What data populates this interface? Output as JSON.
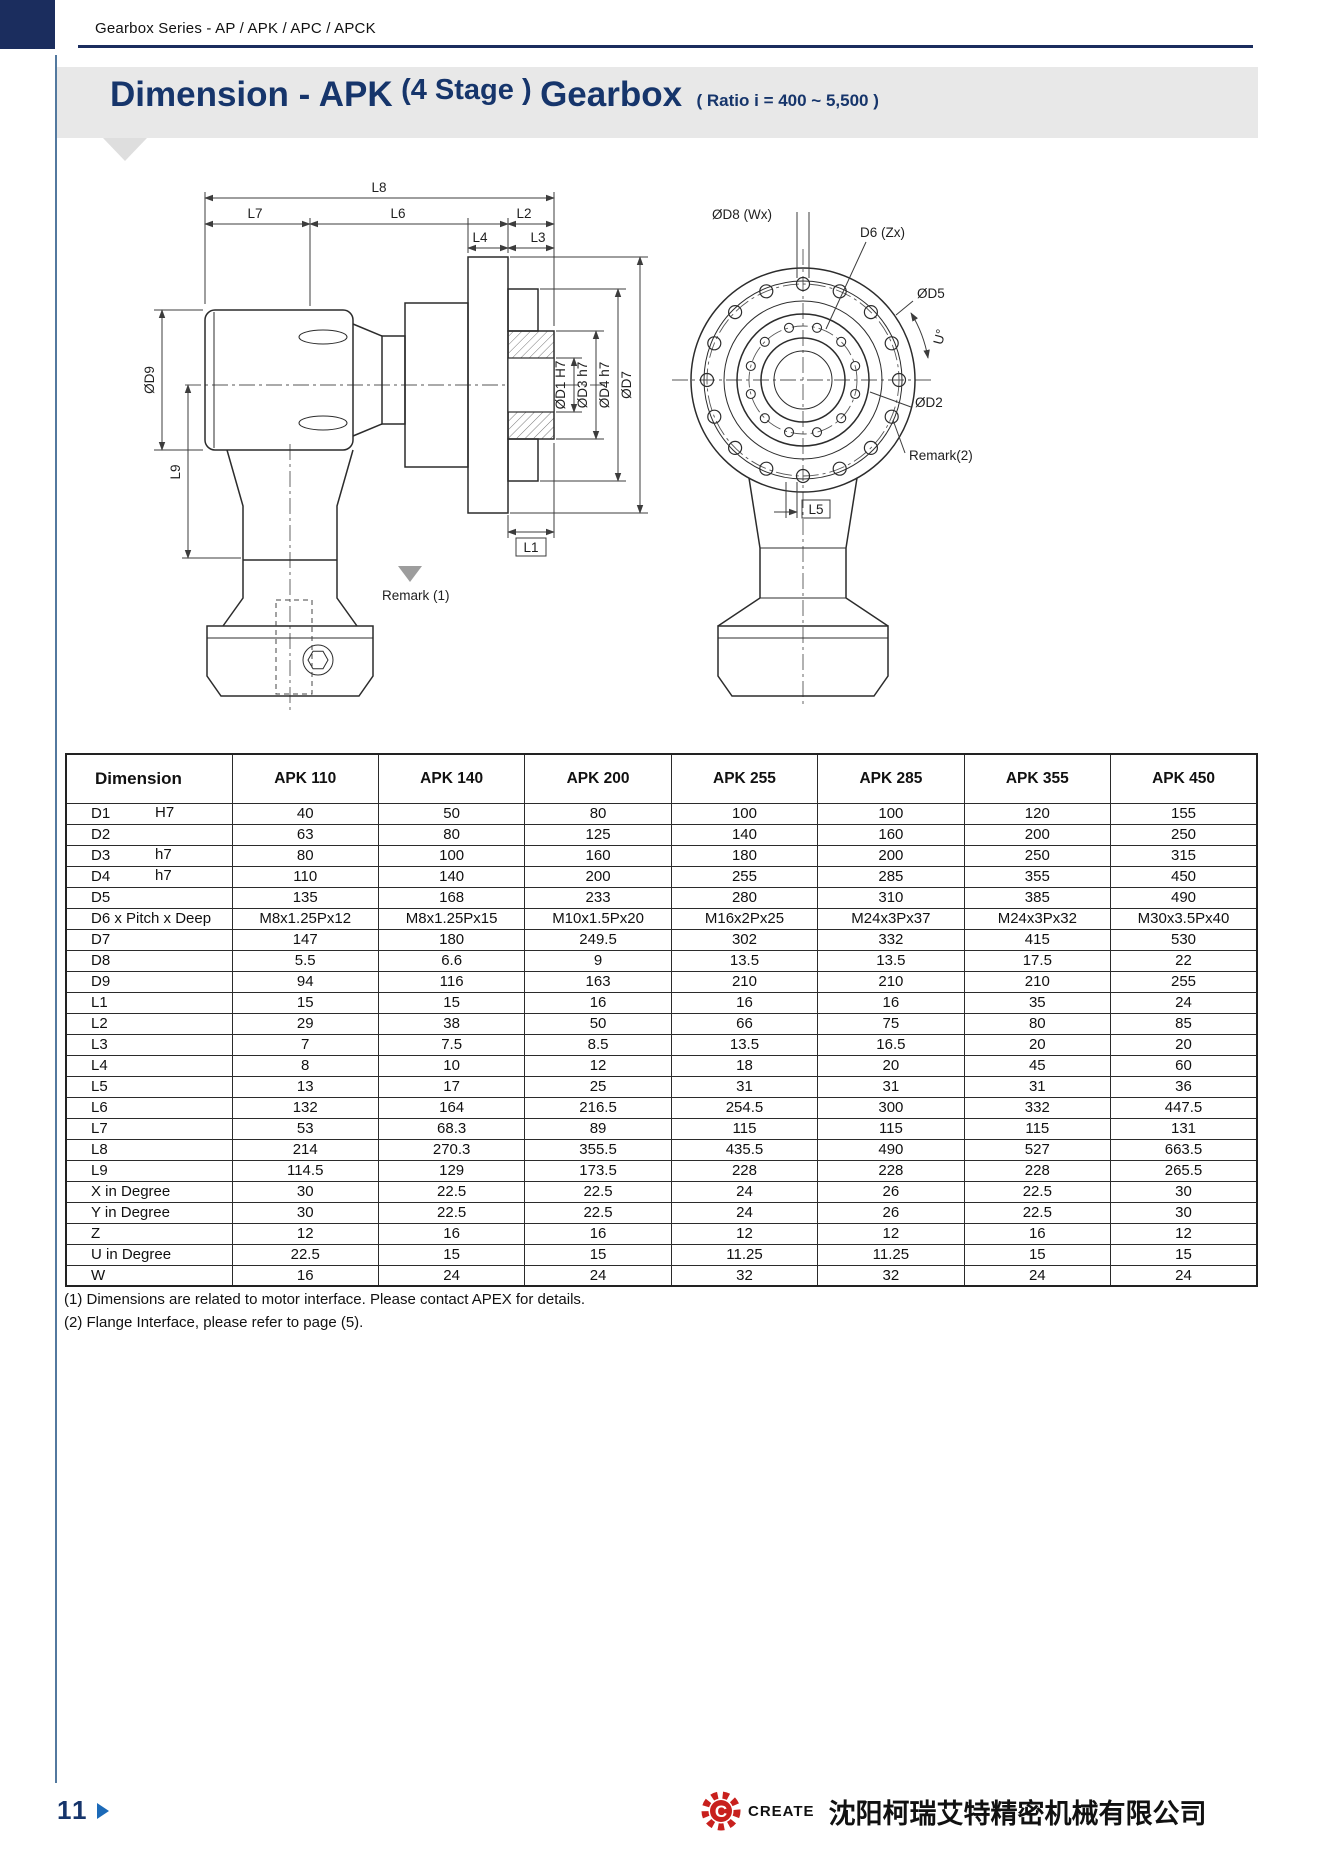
{
  "header": {
    "series_label": "Gearbox Series - AP / APK / APC / APCK"
  },
  "title": {
    "main": "Dimension - APK",
    "stage": "(4 Stage )",
    "product": "Gearbox",
    "ratio": "( Ratio i = 400 ~ 5,500 )"
  },
  "drawing_left": {
    "dim_labels": {
      "l8": "L8",
      "l7": "L7",
      "l6": "L6",
      "l2": "L2",
      "l4": "L4",
      "l3": "L3",
      "d9": "ØD9",
      "l9": "L9",
      "d1": "ØD1 H7",
      "d3": "ØD3 h7",
      "d4": "ØD4 h7",
      "d7": "ØD7",
      "l1": "L1",
      "remark1": "Remark (1)"
    }
  },
  "drawing_right": {
    "dim_labels": {
      "d8": "ØD8 (Wx)",
      "d6": "D6 (Zx)",
      "d5": "ØD5",
      "u": "U°",
      "d2": "ØD2",
      "remark2": "Remark(2)",
      "l5": "L5"
    }
  },
  "table": {
    "header": [
      "Dimension",
      "APK 110",
      "APK 140",
      "APK 200",
      "APK 255",
      "APK 285",
      "APK 355",
      "APK 450"
    ],
    "rows": [
      {
        "name": "D1",
        "sub": "H7",
        "values": [
          "40",
          "50",
          "80",
          "100",
          "100",
          "120",
          "155"
        ]
      },
      {
        "name": "D2",
        "sub": "",
        "values": [
          "63",
          "80",
          "125",
          "140",
          "160",
          "200",
          "250"
        ]
      },
      {
        "name": "D3",
        "sub": "h7",
        "values": [
          "80",
          "100",
          "160",
          "180",
          "200",
          "250",
          "315"
        ]
      },
      {
        "name": "D4",
        "sub": "h7",
        "values": [
          "110",
          "140",
          "200",
          "255",
          "285",
          "355",
          "450"
        ]
      },
      {
        "name": "D5",
        "sub": "",
        "values": [
          "135",
          "168",
          "233",
          "280",
          "310",
          "385",
          "490"
        ]
      },
      {
        "name": "D6 x Pitch x Deep",
        "sub": "",
        "values": [
          "M8x1.25Px12",
          "M8x1.25Px15",
          "M10x1.5Px20",
          "M16x2Px25",
          "M24x3Px37",
          "M24x3Px32",
          "M30x3.5Px40"
        ]
      },
      {
        "name": "D7",
        "sub": "",
        "values": [
          "147",
          "180",
          "249.5",
          "302",
          "332",
          "415",
          "530"
        ]
      },
      {
        "name": "D8",
        "sub": "",
        "values": [
          "5.5",
          "6.6",
          "9",
          "13.5",
          "13.5",
          "17.5",
          "22"
        ]
      },
      {
        "name": "D9",
        "sub": "",
        "values": [
          "94",
          "116",
          "163",
          "210",
          "210",
          "210",
          "255"
        ]
      },
      {
        "name": "L1",
        "sub": "",
        "values": [
          "15",
          "15",
          "16",
          "16",
          "16",
          "35",
          "24"
        ]
      },
      {
        "name": "L2",
        "sub": "",
        "values": [
          "29",
          "38",
          "50",
          "66",
          "75",
          "80",
          "85"
        ]
      },
      {
        "name": "L3",
        "sub": "",
        "values": [
          "7",
          "7.5",
          "8.5",
          "13.5",
          "16.5",
          "20",
          "20"
        ]
      },
      {
        "name": "L4",
        "sub": "",
        "values": [
          "8",
          "10",
          "12",
          "18",
          "20",
          "45",
          "60"
        ]
      },
      {
        "name": "L5",
        "sub": "",
        "values": [
          "13",
          "17",
          "25",
          "31",
          "31",
          "31",
          "36"
        ]
      },
      {
        "name": "L6",
        "sub": "",
        "values": [
          "132",
          "164",
          "216.5",
          "254.5",
          "300",
          "332",
          "447.5"
        ]
      },
      {
        "name": "L7",
        "sub": "",
        "values": [
          "53",
          "68.3",
          "89",
          "115",
          "115",
          "115",
          "131"
        ]
      },
      {
        "name": "L8",
        "sub": "",
        "values": [
          "214",
          "270.3",
          "355.5",
          "435.5",
          "490",
          "527",
          "663.5"
        ]
      },
      {
        "name": "L9",
        "sub": "",
        "values": [
          "114.5",
          "129",
          "173.5",
          "228",
          "228",
          "228",
          "265.5"
        ]
      },
      {
        "name": "X in Degree",
        "sub": "",
        "values": [
          "30",
          "22.5",
          "22.5",
          "24",
          "26",
          "22.5",
          "30"
        ]
      },
      {
        "name": "Y in Degree",
        "sub": "",
        "values": [
          "30",
          "22.5",
          "22.5",
          "24",
          "26",
          "22.5",
          "30"
        ]
      },
      {
        "name": "Z",
        "sub": "",
        "values": [
          "12",
          "16",
          "16",
          "12",
          "12",
          "16",
          "12"
        ]
      },
      {
        "name": "U in Degree",
        "sub": "",
        "values": [
          "22.5",
          "15",
          "15",
          "11.25",
          "11.25",
          "15",
          "15"
        ]
      },
      {
        "name": "W",
        "sub": "",
        "values": [
          "16",
          "24",
          "24",
          "32",
          "32",
          "24",
          "24"
        ]
      }
    ]
  },
  "notes": {
    "note1": "(1) Dimensions are related to motor interface. Please contact APEX for details.",
    "note2": "(2) Flange Interface, please refer to page (5)."
  },
  "footer": {
    "page_number": "11",
    "brand": "CREATE",
    "company": "沈阳柯瑞艾特精密机械有限公司"
  },
  "colors": {
    "navy": "#1b2d5e",
    "title_blue": "#16356b",
    "band_gray": "#e8e8e8",
    "rule_blue": "#53799f",
    "logo_red": "#c8201d"
  }
}
